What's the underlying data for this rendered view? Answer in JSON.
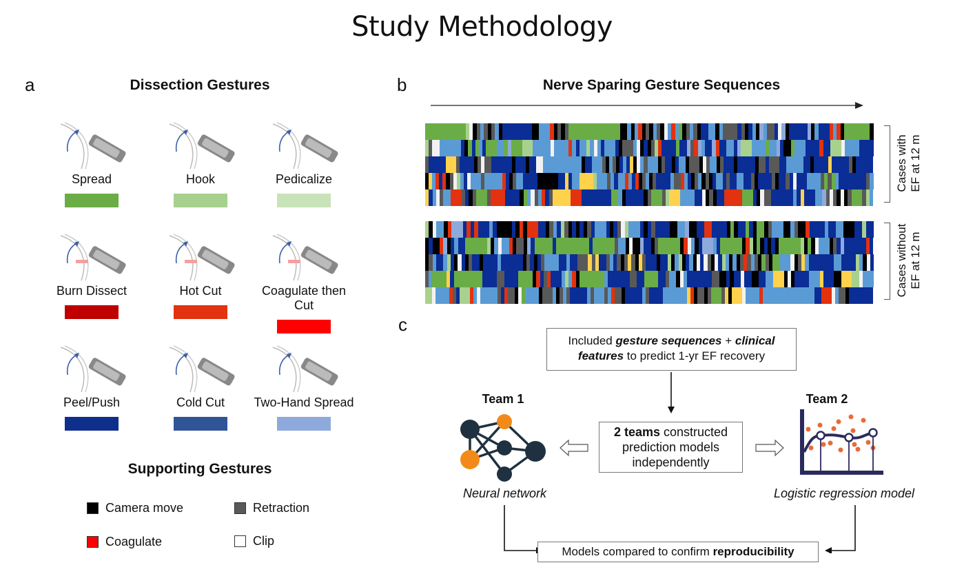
{
  "title": "Study Methodology",
  "panel_a": {
    "letter": "a",
    "dissection_title": "Dissection Gestures",
    "gestures": [
      {
        "label": "Spread",
        "color": "#6aad46",
        "icon": "spread-illustration-icon"
      },
      {
        "label": "Hook",
        "color": "#a6d08e",
        "icon": "hook-illustration-icon"
      },
      {
        "label": "Pedicalize",
        "color": "#c9e3b8",
        "icon": "pedicalize-illustration-icon"
      },
      {
        "label": "Burn Dissect",
        "color": "#c00000",
        "icon": "burn-dissect-illustration-icon"
      },
      {
        "label": "Hot Cut",
        "color": "#e2320f",
        "icon": "hot-cut-illustration-icon"
      },
      {
        "label": "Coagulate then Cut",
        "color": "#ff0000",
        "icon": "coagulate-then-cut-illustration-icon"
      },
      {
        "label": "Peel/Push",
        "color": "#0e2f8c",
        "icon": "peel-push-illustration-icon"
      },
      {
        "label": "Cold Cut",
        "color": "#2f5597",
        "icon": "cold-cut-illustration-icon"
      },
      {
        "label": "Two-Hand Spread",
        "color": "#8eaadc",
        "icon": "two-hand-spread-illustration-icon"
      }
    ],
    "supporting_title": "Supporting Gestures",
    "supporting": [
      {
        "label": "Camera move",
        "color": "#000000"
      },
      {
        "label": "Retraction",
        "color": "#595959"
      },
      {
        "label": "Coagulate",
        "color": "#ff0000"
      },
      {
        "label": "Clip",
        "color": "#ffffff"
      }
    ]
  },
  "panel_b": {
    "letter": "b",
    "title": "Nerve Sparing Gesture Sequences",
    "palette": {
      "G": "#6aad46",
      "g": "#a9d18e",
      "p": "#c9e3b8",
      "R": "#e2320f",
      "B": "#0a2d96",
      "L": "#5b9bd5",
      "l": "#8eaadc",
      "K": "#000000",
      "D": "#595959",
      "W": "#f2f2f2",
      "Y": "#ffd24d"
    },
    "groups": [
      {
        "label_line1": "Cases with",
        "label_line2": "EF at 12 m",
        "rows": [
          "GGGGGGGGGGGgWKDLDKDLKBBBBBBBBKKLLLRKDKDGGGGGGGGGGGGGGKKLKLRKDKLDKWLRLGKDLDKBBLLKLDDDDBDKBLKlLDDBWlKBBBBBlKLBBBRLRKGGGGGGGK",
          "gDWWLLLLLLBKGBGLBGGGLLGlGGGgggLLLLLWLLLLRLBLLgLWLBLLLBKDDDLWKBKDgRBBBBGBBlDRlLBBlRBBLLBlgggLLLLGLLlBKKGLLLBBBBRBBgggWLLLLBBBB",
          "DBBBBBYYYDBBBBKDWDDBBBBBBKBBBKBBWWLLLLLLLLLLLKBBLLLDKLDKBLBYKWLDLLLKDBBKBLLKDDDKWDLLKDBBBKBBBBBKDDBDDDBBLLLLLBBKBBBBYBBBBBDKBBBBB",
          "KYLRBRKDWgLBWLLLDLLLLLRBKDLLBBBBKKKKKKBBYBLLYYYYgLLLDLBLLRLBRKDLKDBBBBLDDRLBKDLKDKBLLBDBBLLBBDKBBBBDKBBDBWBBBLLLLDGDGLBBBBBBBBDL",
          "YBLWDLLRRRDBKDGGGDRRRRBBBBKGLWDLRBDYYYYYRRRBBBBBBBBGGLKBBBBBKDGGGDgYYYLLLLBBWKDKBBRRRRRGGGBKWDDBBBBBBLBYBBBLLlDWDKWKDGGGDgL"
        ]
      },
      {
        "label_line1": "Cases without",
        "label_line2": "EF at 12 m",
        "rows": [
          "gKWLLKRlllBRBRBBBLBKKKKBKRKRRRBBKDLBgDKBKBKDBLLLBKBDWgLLLBKBDBBBBKKLLlKKBBRRBBBBKGKBBGBKGGKDLLLKKLDKKRBBBBLBBLLKKKBBgBB",
          "KBKKRlKBLBBGGGGGGgKLWLLRKDDKlBGGGGGBGGGGGGGGGBGGGGGGDLLKWKKlBBKDGGGGGGKRWLKBlllLBGGGGGGKRgKGKBKBKGGGGGGgKGKWLLLKDBlBBBBBBRB",
          "KDLBBLgBKWBKDBBKBBBBLBBBBBBKDBKBDLLLLBBLBBDDDYDYBBDLBDKDYDKYDBBBKBBgKLgKBLKWBWDKWBgLKLKDRDLDKGDKGGLLLWKDYLBBBBBBBLLBBBBgLKWB",
          "DLGGGGYBGGGGGGGGBBBBDDBBBBGGGGKRBDRBBBLgLRKGGGGGGGLBBBBBBDDBBGGGGBBDLLKWLBBBBBBBDDKKBKBBWBBKKBBLLYYYKWKBBBBLLLYBBBKKYYYggWLLL",
          "ggWLLLLRDBgggRLWLLLLLDBRDDKWGLLLLKDDDLKDLDBBBBBLDLLLDLRDDKBBBBBLDBBBBLLLLLLLYRKDDKDGGGDYKYYYWLLLLRLLLLLLLLLLLLLLLBBRRRWLDDKBBBBBBB"
        ]
      }
    ]
  },
  "panel_c": {
    "letter": "c",
    "top_box": {
      "line1_parts": [
        {
          "text": "Included ",
          "style": "normal"
        },
        {
          "text": "gesture sequences",
          "style": "bold-italic"
        },
        {
          "text": " + ",
          "style": "normal"
        },
        {
          "text": "clinical",
          "style": "bold-italic"
        }
      ],
      "line2_parts": [
        {
          "text": "features",
          "style": "bold-italic"
        },
        {
          "text": " to predict 1-yr EF recovery",
          "style": "normal"
        }
      ]
    },
    "middle_box": {
      "line1_bold": "2 teams",
      "line1_rest": " constructed",
      "line2": "prediction models",
      "line3": "independently"
    },
    "team1": {
      "title": "Team 1",
      "model": "Neural network"
    },
    "team2": {
      "title": "Team 2",
      "model": "Logistic regression model"
    },
    "bottom_box": {
      "text_normal": "Models compared to confirm ",
      "text_bold": "reproducibility"
    },
    "colors": {
      "node_dark": "#1f3140",
      "node_orange": "#f28a1a",
      "chart_navy": "#2b2a5c",
      "dot_orange": "#ea6b3a"
    }
  }
}
